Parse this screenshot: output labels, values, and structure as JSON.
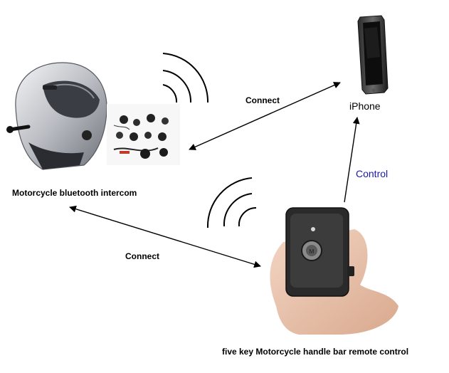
{
  "labels": {
    "connect_top": "Connect",
    "iphone": "iPhone",
    "control": "Control",
    "intercom": "Motorcycle bluetooth intercom",
    "connect_bottom": "Connect",
    "remote": "five key Motorcycle handle bar remote control"
  },
  "colors": {
    "text": "#000000",
    "control_text": "#1a1aa8",
    "arrow": "#000000"
  },
  "icons": {
    "helmet": "motorcycle-helmet-icon",
    "headset_kit": "headset-kit-icon",
    "phone": "iphone-icon",
    "remote": "remote-control-icon",
    "signal": "signal-waves-icon"
  }
}
